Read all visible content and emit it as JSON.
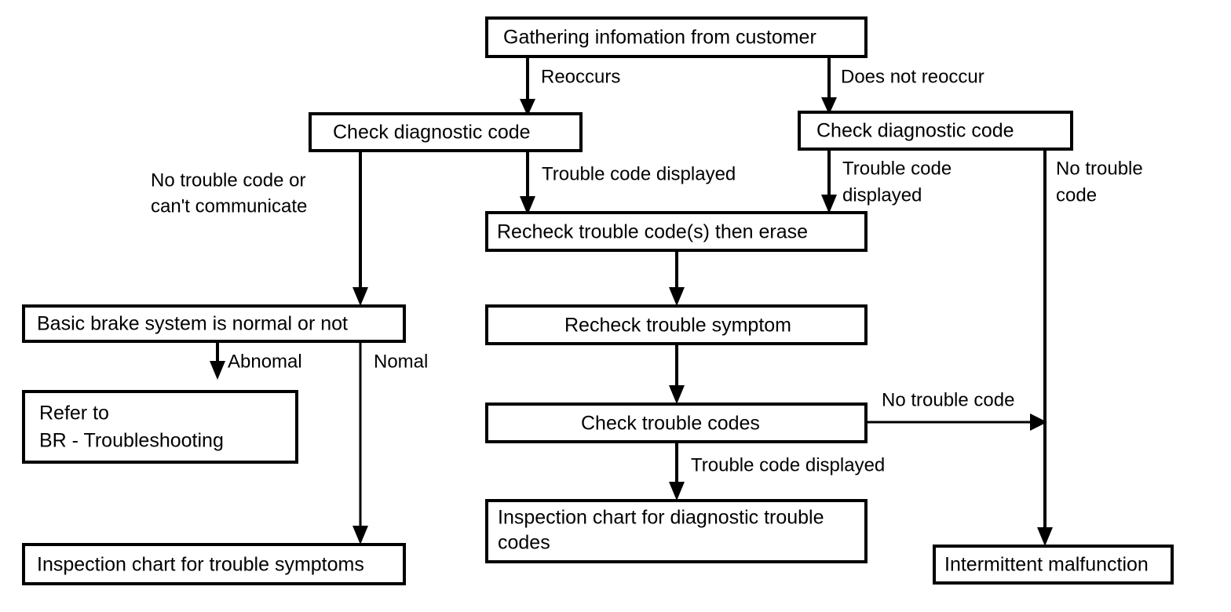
{
  "diagram": {
    "type": "flowchart",
    "orientation": "top-down",
    "background_color": "#ffffff",
    "line_color": "#000000",
    "text_color": "#000000",
    "nodes": {
      "gathering_info": {
        "label": "Gathering infomation from customer",
        "shape": "rectangle"
      },
      "check_diag_left": {
        "label": "Check diagnostic code",
        "shape": "rectangle"
      },
      "check_diag_right": {
        "label": "Check diagnostic code",
        "shape": "rectangle"
      },
      "recheck_erase": {
        "label": "Recheck trouble code(s) then erase",
        "shape": "rectangle"
      },
      "recheck_symptom": {
        "label": "Recheck trouble symptom",
        "shape": "rectangle"
      },
      "check_trouble_codes": {
        "label": "Check trouble codes",
        "shape": "rectangle"
      },
      "inspection_diag_codes_line1": {
        "label": "Inspection chart for diagnostic trouble",
        "shape": "rectangle"
      },
      "inspection_diag_codes_line2": {
        "label": "codes"
      },
      "basic_brake": {
        "label": "Basic brake system is normal or not",
        "shape": "rectangle"
      },
      "refer_to_line1": {
        "label": "Refer to",
        "shape": "rectangle"
      },
      "refer_to_line2": {
        "label": "BR - Troubleshooting"
      },
      "inspection_symptoms": {
        "label": "Inspection chart for trouble symptoms",
        "shape": "rectangle"
      },
      "intermittent": {
        "label": "Intermittent malfunction",
        "shape": "rectangle"
      }
    },
    "edge_labels": {
      "reoccurs": "Reoccurs",
      "does_not_reoccur": "Does not reoccur",
      "no_code_or_cant_comm_line1": "No  trouble  code  or",
      "no_code_or_cant_comm_line2": "can't communicate",
      "trouble_code_displayed_mid": "Trouble code displayed",
      "trouble_code_displayed_right_line1": "Trouble   code",
      "trouble_code_displayed_right_line2": "displayed",
      "no_trouble_code_right_line1": "No  trouble",
      "no_trouble_code_right_line2": "code",
      "abnormal": "Abnomal",
      "normal": "Nomal",
      "no_trouble_code_horizontal": "No trouble code",
      "trouble_code_displayed_lower": "Trouble code displayed"
    }
  }
}
